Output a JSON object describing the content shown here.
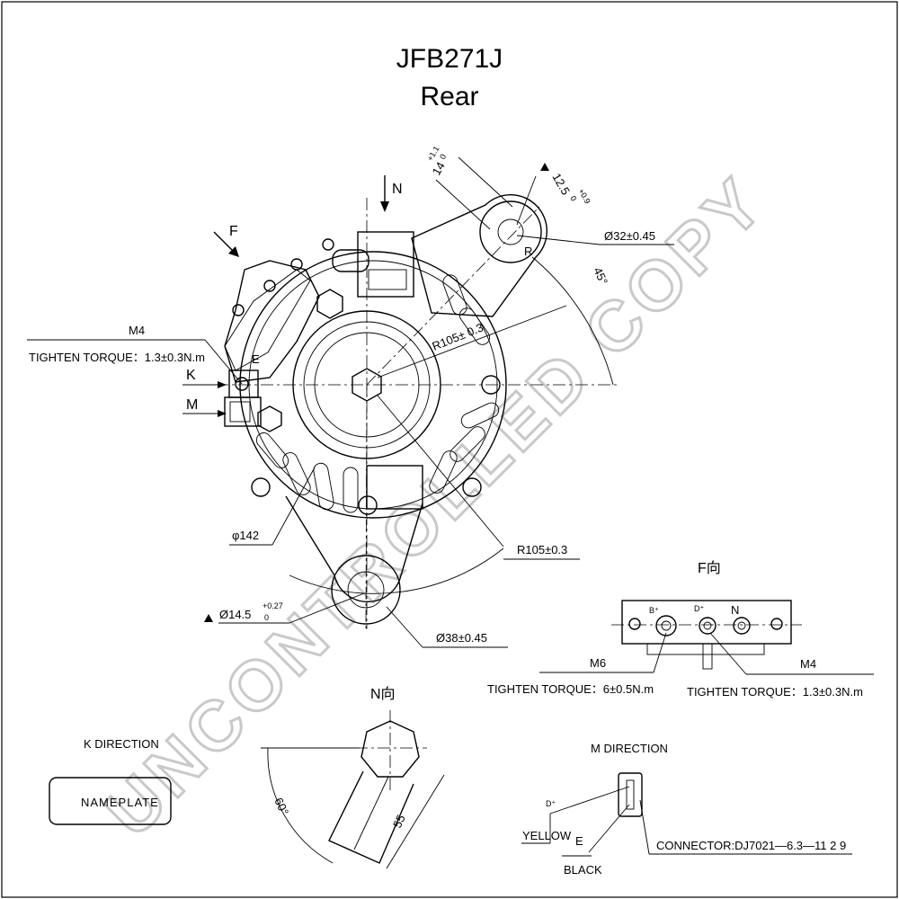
{
  "title": {
    "model": "JFB271J",
    "view": "Rear"
  },
  "watermark": "UNCONTROLLED COPY",
  "main_view": {
    "direction_arrows": {
      "n": "N",
      "f": "F",
      "k": "K",
      "m": "M"
    },
    "dims": {
      "slot_width": "14",
      "slot_width_tol": "+1.1",
      "slot_width_tol_low": "0",
      "slot_depth": "12.5",
      "slot_depth_tol": "+0.9",
      "slot_depth_tol_low": "0",
      "top_bore": "Ø32±0.45",
      "r_label": "R",
      "angle": "45°",
      "radius_upper": "R105± 0.3",
      "radius_lower": "R105±0.3",
      "body_dia": "φ142",
      "lower_hole": "Ø14.5",
      "lower_hole_tol": "+0.27",
      "lower_hole_tol_low": "0",
      "lower_boss": "Ø38±0.45"
    },
    "terminal_callout": {
      "size": "M4",
      "torque": "TIGHTEN TORQUE：1.3±0.3N.m",
      "e_label": "E"
    }
  },
  "f_view": {
    "title": "F向",
    "terminal_labels": [
      "B⁺",
      "D⁺",
      "N"
    ],
    "left_callout": {
      "size": "M6",
      "torque": "TIGHTEN TORQUE：6±0.5N.m"
    },
    "right_callout": {
      "size": "M4",
      "torque": "TIGHTEN TORQUE：1.3±0.3N.m"
    }
  },
  "n_view": {
    "title": "N向",
    "angle": "60°",
    "length": "55"
  },
  "k_view": {
    "title": "K DIRECTION",
    "nameplate": "NAMEPLATE"
  },
  "m_view": {
    "title": "M DIRECTION",
    "d_label": "D⁺",
    "yellow": "YELLOW",
    "e_label": "E",
    "black": "BLACK",
    "connector": "CONNECTOR:DJ7021—6.3—11 2 9"
  }
}
